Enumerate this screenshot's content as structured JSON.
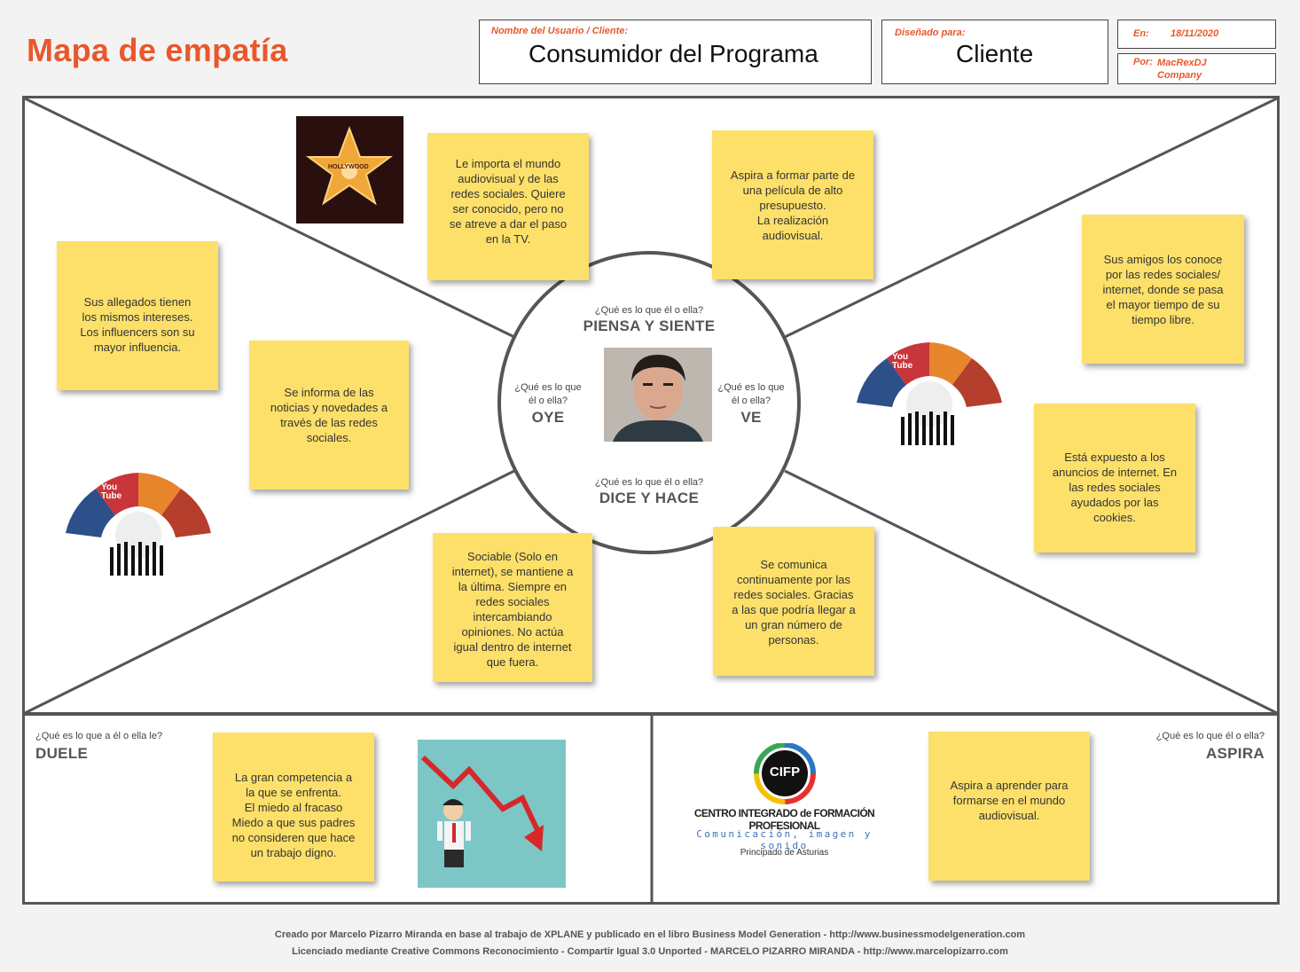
{
  "header": {
    "title": "Mapa de empatía",
    "user_label": "Nombre del Usuario / Cliente:",
    "user_value": "Consumidor del Programa",
    "designed_label": "Diseñado para:",
    "designed_value": "Cliente",
    "date_label": "En:",
    "date_value": "18/11/2020",
    "by_label": "Por:",
    "by_value": "MacRexDJ\nCompany"
  },
  "center": {
    "top_question": "¿Qué es lo que él o ella?",
    "top_zone": "PIENSA Y SIENTE",
    "left_question": "¿Qué es lo que\nél o ella?",
    "left_zone": "OYE",
    "right_question": "¿Qué es lo que\nél o ella?",
    "right_zone": "VE",
    "bottom_question": "¿Qué es lo que él o ella?",
    "bottom_zone": "DICE Y HACE"
  },
  "notes": {
    "think_1": "Le importa el mundo\naudiovisual y de las\nredes sociales. Quiere\nser conocido, pero no\nse atreve a dar el paso\nen la TV.",
    "think_2": "Aspira a formar parte de\nuna película de alto\npresupuesto.\nLa realización\naudiovisual.",
    "hear_1": "Sus allegados tienen\nlos mismos intereses.\nLos influencers son su\nmayor influencia.",
    "hear_2": "Se informa de las\nnoticias y novedades a\ntravés de las redes\nsociales.",
    "see_1": "Sus amigos los conoce\npor las redes sociales/\ninternet, donde se pasa\nel mayor tiempo de su\ntiempo libre.",
    "see_2": "Está expuesto a los\nanuncios de internet. En\nlas redes sociales\nayudados por las\ncookies.",
    "say_1": "Sociable (Solo en\ninternet), se mantiene a\nla última. Siempre en\nredes sociales\nintercambiando\nopiniones. No actúa\nigual dentro de internet\nque fuera.",
    "say_2": "Se comunica\ncontinuamente por las\nredes sociales. Gracias\na las que podría llegar a\nun gran número de\npersonas.",
    "pain": "La gran competencia a\nla que se enfrenta.\nEl miedo al fracaso\nMiedo a que sus padres\nno consideren que hace\nun trabajo digno.",
    "gain": "Aspira a aprender para\nformarse en el mundo\naudiovisual."
  },
  "bottom": {
    "pain_question": "¿Qué es lo que a él o ella le?",
    "pain_zone": "DUELE",
    "gain_question": "¿Qué es lo que él o ella?",
    "gain_zone": "ASPIRA"
  },
  "logos": {
    "hollywood_text": "HOLLYWOOD",
    "cifp_badge": "CIFP",
    "cifp_name": "CENTRO INTEGRADO de FORMACIÓN PROFESIONAL",
    "cifp_tagline": "Comunicación, imagen y sonido",
    "cifp_region": "Principado de Asturias",
    "social_youtube": "You Tube"
  },
  "footer": {
    "line1": "Creado por Marcelo Pizarro Miranda en base al trabajo de XPLANE y publicado en el libro Business Model Generation - http://www.businessmodelgeneration.com",
    "line2": "Licenciado mediante Creative Commons Reconocimiento - Compartir Igual 3.0 Unported - MARCELO PIZARRO MIRANDA - http://www.marcelopizarro.com"
  },
  "colors": {
    "accent": "#e8582b",
    "note": "#fde06a",
    "frame": "#555555"
  }
}
